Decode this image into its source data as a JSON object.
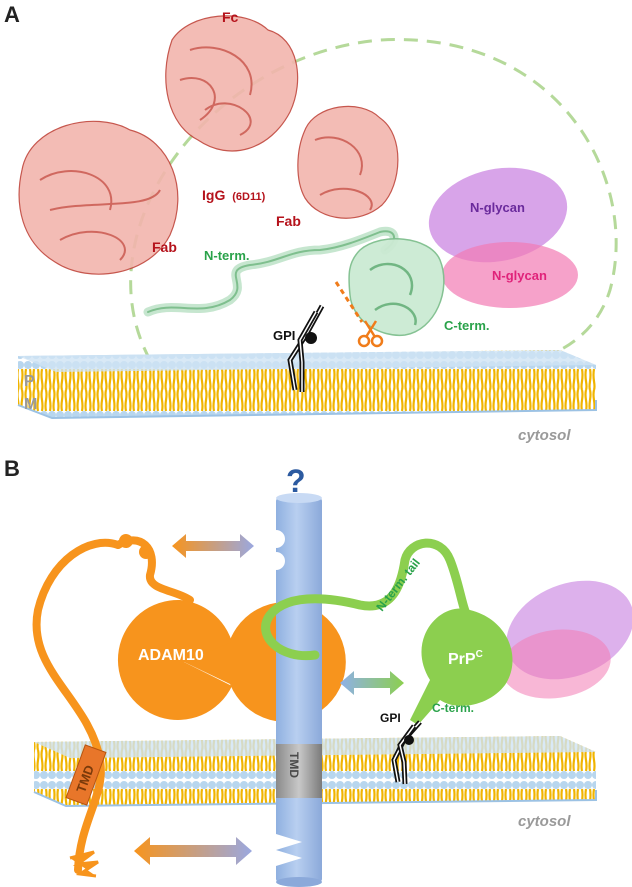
{
  "panel_a": {
    "letter": "A",
    "labels": {
      "fc": "Fc",
      "fab_left": "Fab",
      "fab_right": "Fab",
      "igg": "IgG",
      "igg_clone": "(6D11)",
      "n_term": "N-term.",
      "c_term": "C-term.",
      "gpi": "GPI",
      "n_glycan_top": "N-glycan",
      "n_glycan_bottom": "N-glycan",
      "pm_p": "P",
      "pm_m": "M",
      "cytosol": "cytosol"
    }
  },
  "panel_b": {
    "letter": "B",
    "labels": {
      "question": "?",
      "adam10": "ADAM10",
      "tmd_left": "TMD",
      "tmd_center": "TMD",
      "n_term_tail": "N-term. tail",
      "prpc_main": "PrP",
      "prpc_sup": "C",
      "gpi": "GPI",
      "c_term": "C-term.",
      "cytosol": "cytosol"
    }
  },
  "colors": {
    "antibody": "#e58a80",
    "antibody_dark": "#c0453b",
    "label_red": "#b5121b",
    "label_green": "#2aa24a",
    "prp_green": "#8ccf4f",
    "glycan_purple": "#c77de0",
    "glycan_pink": "#f27bb4",
    "glycan_purple_text": "#6a2a9c",
    "glycan_pink_text": "#e0237a",
    "adam_orange": "#f7941d",
    "receptor_blue": "#a9c3e8",
    "membrane_yellow": "#f0b400",
    "membrane_blue": "#b8d6ee",
    "scissors": "#f07c1a",
    "cytosol_gray": "#9a9a9a"
  }
}
